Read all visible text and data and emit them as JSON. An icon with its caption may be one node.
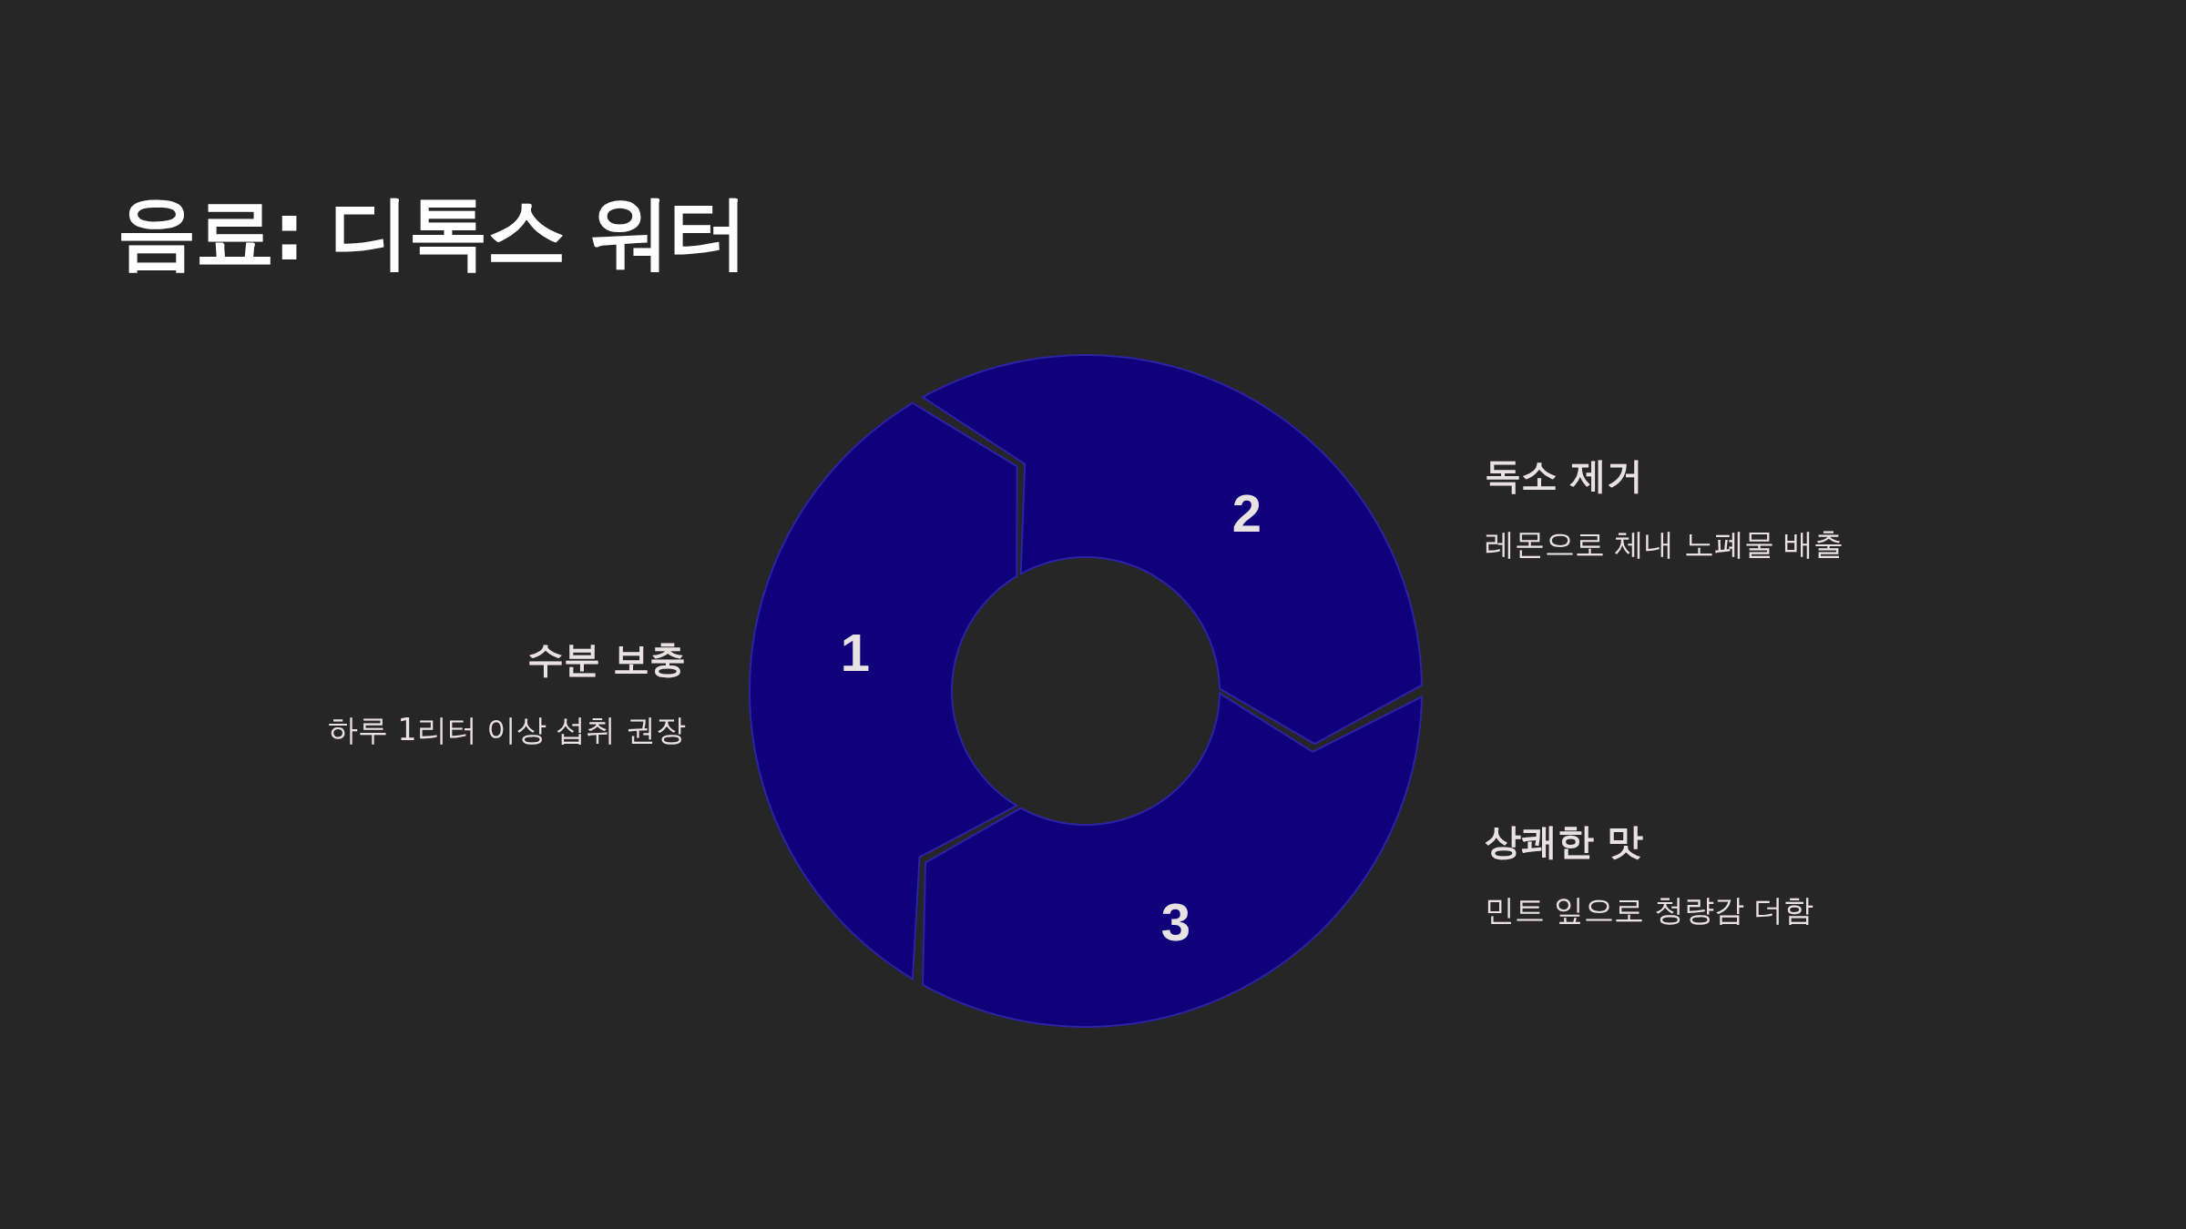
{
  "diagram": {
    "title": "음료: 디톡스 워터",
    "nodes": [
      {
        "text": [
          "1"
        ],
        "beside": [
          "수분 보충",
          "하루 1리터 이상 섭취 권장"
        ]
      },
      {
        "text": [
          "2"
        ],
        "beside": [
          "독소 제거",
          "레몬으로 체내 노폐물 배출"
        ]
      },
      {
        "text": [
          "3"
        ],
        "beside": [
          "상쾌한 맛",
          "민트 잎으로 청량감 더함"
        ]
      }
    ]
  }
}
